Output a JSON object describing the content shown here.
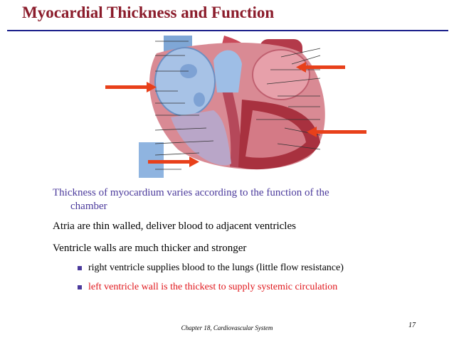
{
  "slide": {
    "title": "Myocardial Thickness and Function",
    "paragraph1_line1": "Thickness of myocardium varies according to the function of the",
    "paragraph1_line2": "chamber",
    "paragraph2": "Atria are thin walled, deliver blood to adjacent ventricles",
    "paragraph3": "Ventricle walls are much thicker and stronger",
    "bullets": [
      "right ventricle supplies blood to the lungs (little flow resistance)",
      "left ventricle wall is the thickest to supply systemic circulation"
    ],
    "footer": "Chapter 18, Cardiovascular System",
    "page_number": "17"
  },
  "colors": {
    "title": "#8b1c2b",
    "rule": "#1a1f8a",
    "accent_text": "#4b3a9c",
    "highlight": "#e0161b",
    "arrow": "#e8401a"
  }
}
